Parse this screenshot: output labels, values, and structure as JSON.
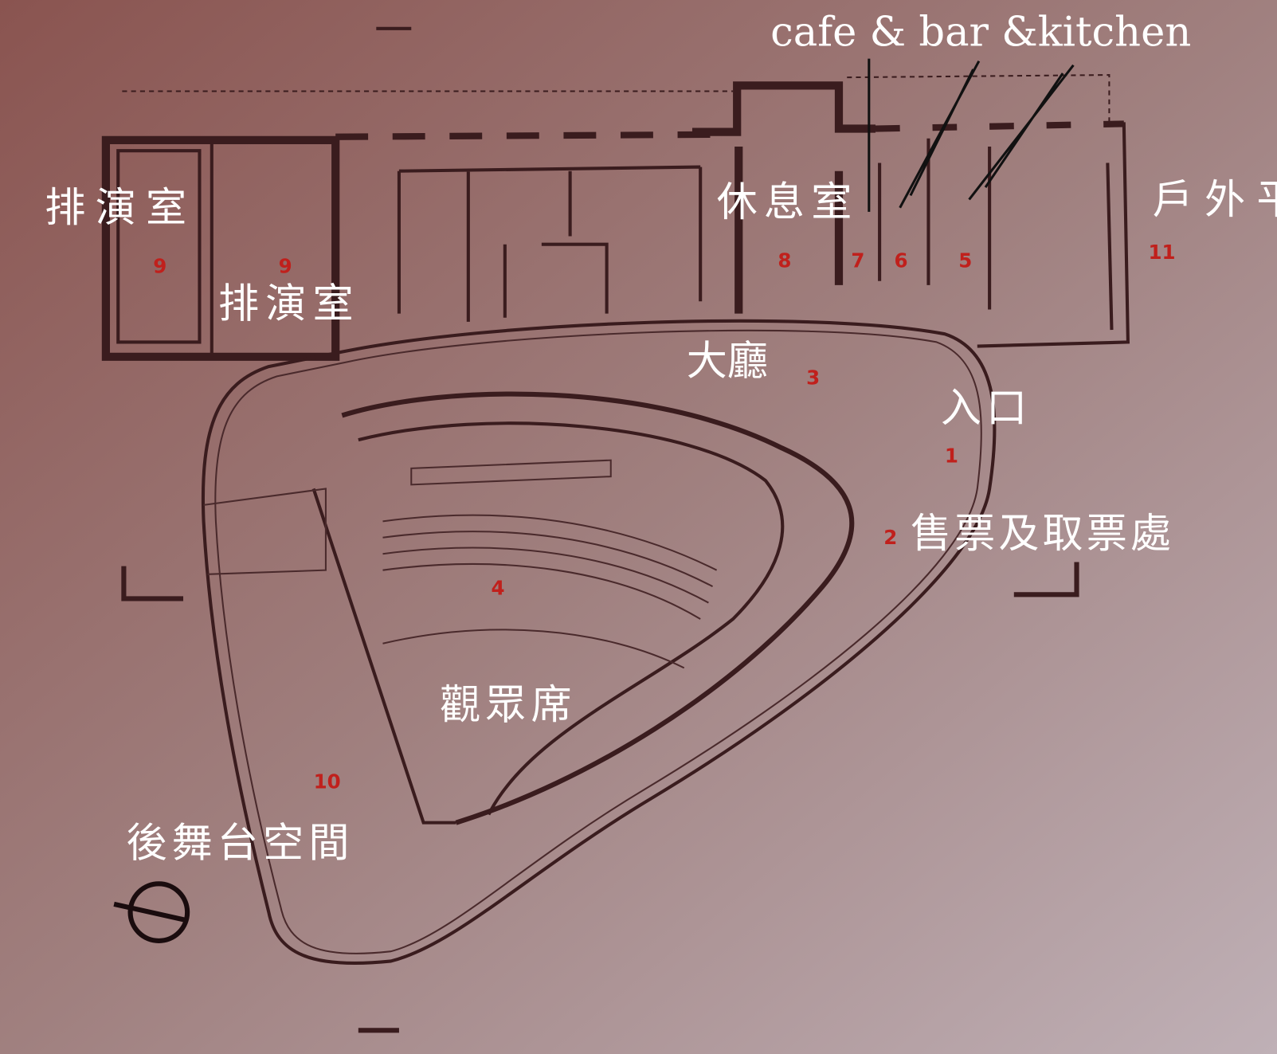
{
  "title_annotation": "cafe & bar &kitchen",
  "room_labels": {
    "rehearsal_1": "排演室",
    "rehearsal_2": "排演室",
    "lounge": "休息室",
    "outdoor": "戶外平",
    "lobby": "大廳",
    "entrance": "入口",
    "ticket": "售票及取票處",
    "audience": "觀眾席",
    "backstage": "後舞台空間"
  },
  "room_numbers": {
    "r9a": "9",
    "r9b": "9",
    "r8": "8",
    "r7": "7",
    "r6": "6",
    "r5": "5",
    "r11": "11",
    "r3": "3",
    "r2": "2",
    "r4": "4",
    "r10": "10",
    "r1": "1"
  },
  "colors": {
    "ink": "#3a1c1e",
    "number_red": "#c0201c",
    "label_white": "#ffffff"
  }
}
